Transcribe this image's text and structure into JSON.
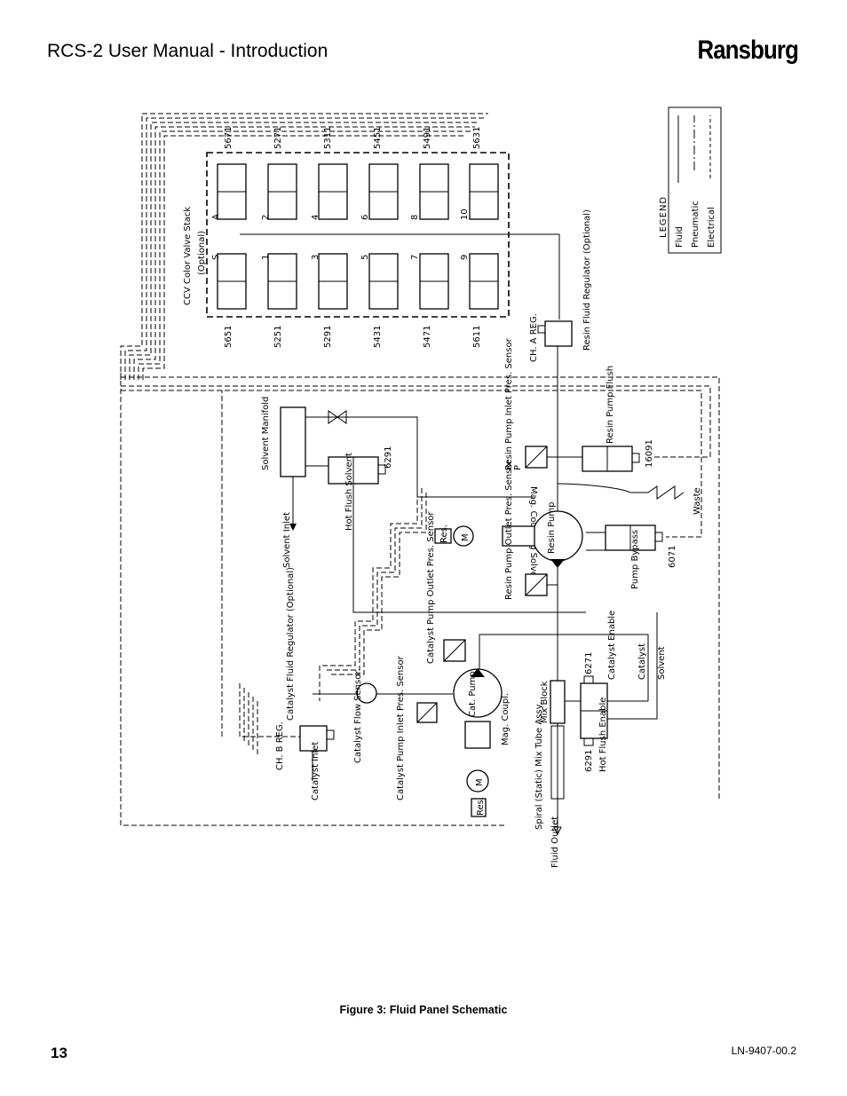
{
  "header": {
    "title": "RCS-2 User Manual  - Introduction",
    "brand": "Ransburg"
  },
  "legend": {
    "title": "LEGEND",
    "items": [
      "Fluid",
      "Pneumatic",
      "Electrical"
    ]
  },
  "ccv": {
    "title": "CCV Color Valve Stack",
    "subtitle": "(Optional)",
    "top_codes": [
      "5671",
      "5271",
      "5311",
      "5451",
      "5491",
      "5631"
    ],
    "bottom_codes": [
      "5651",
      "5251",
      "5291",
      "5431",
      "5471",
      "5611"
    ],
    "top_letters": [
      "A",
      "2",
      "4",
      "6",
      "8",
      "10"
    ],
    "bottom_letters": [
      "S",
      "1",
      "3",
      "5",
      "7",
      "9"
    ]
  },
  "labels": {
    "ch_a_reg": "CH. A REG.",
    "resin_reg": "Resin Fluid Regulator (Optional)",
    "solvent_manifold": "Solvent Manifold",
    "code_6291_top": "6291",
    "hot_flush_solvent": "Hot Flush Solvent",
    "solvent_inlet": "Solvent Inlet",
    "resin_inlet_sensor": "Resin Pump Inlet Pres. Sensor",
    "resin_pump_flush": "Resin Pump Flush",
    "code_16091": "16091",
    "mag_coupling": "Mag. Coupling Solvent",
    "waste": "Waste",
    "resin_pump": "Resin Pump",
    "res_top": "Res.",
    "resin_outlet_sensor": "Resin Pump Outlet Pres. Sensor",
    "pump_bypass": "Pump Bypass",
    "code_6071": "6071",
    "cat_outlet_sensor": "Catalyst Pump Outlet Pres. Sensor",
    "code_6271": "6271",
    "catalyst_enable": "Catalyst Enable",
    "catalyst": "Catalyst",
    "solvent": "Solvent",
    "ch_b_reg": "CH. B REG.",
    "cat_reg": "Catalyst Fluid Regulator (Optional)",
    "catalyst_inlet": "Catalyst Inlet",
    "cat_flow_sensor": "Catalyst Flow Sensor",
    "cat_inlet_sensor": "Catalyst Pump Inlet Pres. Sensor",
    "cat_pump": "Cat. Pump",
    "mag_coupl": "Mag. Coupl.",
    "mix_block": "Mix Block",
    "code_6291_bottom": "6291",
    "hot_flush_enable": "Hot Flush Enable",
    "spiral_mix": "Spiral (Static) Mix Tube Assy.",
    "res_bottom": "Res.",
    "fluid_outlet": "Fluid Outlet",
    "M": "M",
    "P": "P"
  },
  "caption": "Figure 3:  Fluid Panel Schematic",
  "footer": {
    "page": "13",
    "doc": "LN-9407-00.2"
  }
}
